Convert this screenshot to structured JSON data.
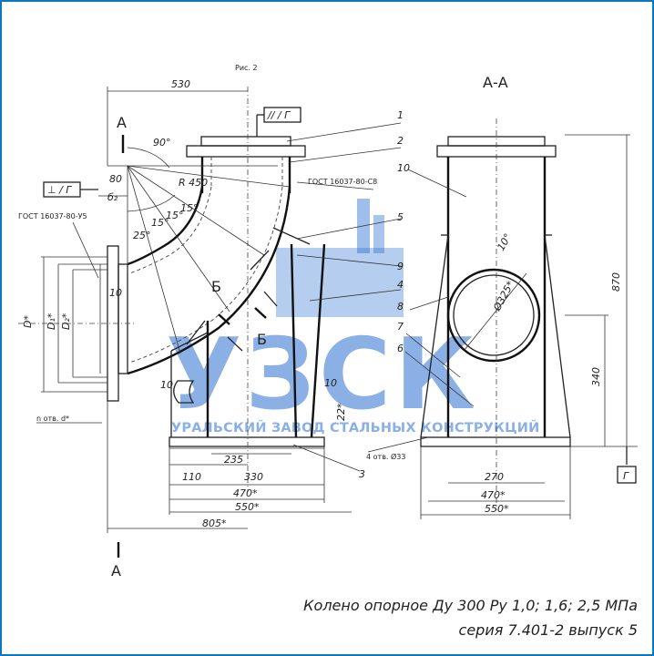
{
  "caption": {
    "line1": "Колено опорное Ду 300 Ру 1,0; 1,6; 2,5 МПа",
    "line2": "серия 7.401-2 выпуск 5"
  },
  "watermark": {
    "logo": "УЗСК",
    "subtitle": "УРАЛЬСКИЙ ЗАВОД СТАЛЬНЫХ КОНСТРУКЦИЙ",
    "color": "#2a6fd1"
  },
  "drawing": {
    "figure_label": "Рис. 2",
    "section_title": "А-А",
    "section_mark": "А",
    "section_mark_bottom": "А",
    "view_b": "Б",
    "datum_g": "Г",
    "tol_top": "// / Г",
    "tol_left": "⊥ / Г",
    "gost_flange": "ГОСТ 16037-80-С8",
    "gost_left": "ГОСТ 16037-80-У5",
    "angle_90": "90°",
    "radius": "R 450",
    "angles": [
      "25°",
      "15°",
      "15°",
      "15°"
    ],
    "dim_530": "530",
    "dim_80": "80",
    "dim_b2": "б₂",
    "dim_10_left": "10",
    "dim_10_mid": "10",
    "dim_10_right": "10",
    "dim_d": "D*",
    "dim_d1": "D₁*",
    "dim_d2": "D₂*",
    "holes_left": "n отв. d*",
    "dim_22": "22*",
    "dim_235": "235",
    "dim_110": "110",
    "dim_330": "330",
    "dim_470": "470*",
    "dim_550": "550*",
    "dim_805": "805*",
    "dim_870": "870",
    "dim_340": "340",
    "dim_270": "270",
    "dim_470_r": "470*",
    "dim_550_r": "550*",
    "holes_base": "4 отв. Ø33",
    "dim_10deg": "10°",
    "dim_325": "Ø325*",
    "callouts": [
      "1",
      "2",
      "10",
      "5",
      "9",
      "4",
      "8",
      "7",
      "6",
      "3"
    ]
  }
}
